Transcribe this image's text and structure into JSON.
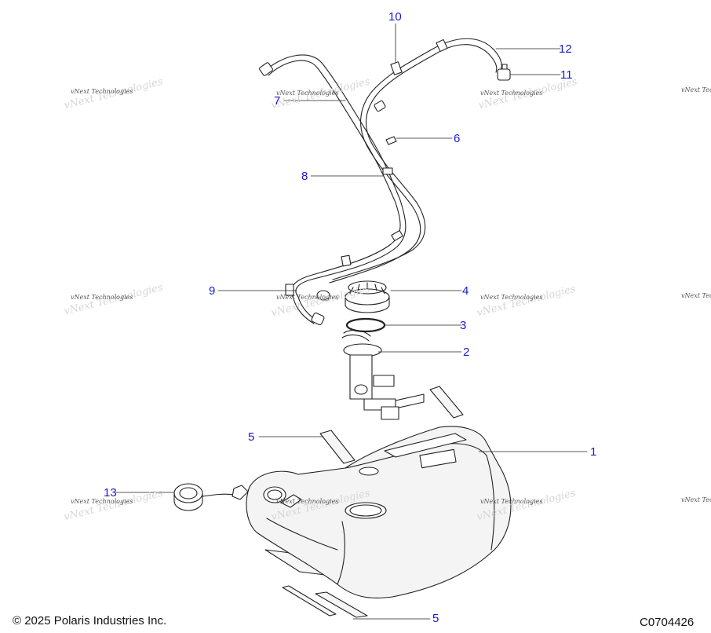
{
  "callouts": [
    {
      "id": "1",
      "label": "1"
    },
    {
      "id": "2",
      "label": "2"
    },
    {
      "id": "3",
      "label": "3"
    },
    {
      "id": "4",
      "label": "4"
    },
    {
      "id": "5a",
      "label": "5"
    },
    {
      "id": "5b",
      "label": "5"
    },
    {
      "id": "6",
      "label": "6"
    },
    {
      "id": "7",
      "label": "7"
    },
    {
      "id": "8",
      "label": "8"
    },
    {
      "id": "9",
      "label": "9"
    },
    {
      "id": "10",
      "label": "10"
    },
    {
      "id": "11",
      "label": "11"
    },
    {
      "id": "12",
      "label": "12"
    },
    {
      "id": "13",
      "label": "13"
    }
  ],
  "watermark": {
    "text": "vNext Technologies"
  },
  "footer": {
    "copyright": "© 2025 Polaris Industries Inc.",
    "code": "C0704426"
  },
  "colors": {
    "callout": "#1a1acc",
    "line": "#222222",
    "fill": "#f4f4f4"
  }
}
